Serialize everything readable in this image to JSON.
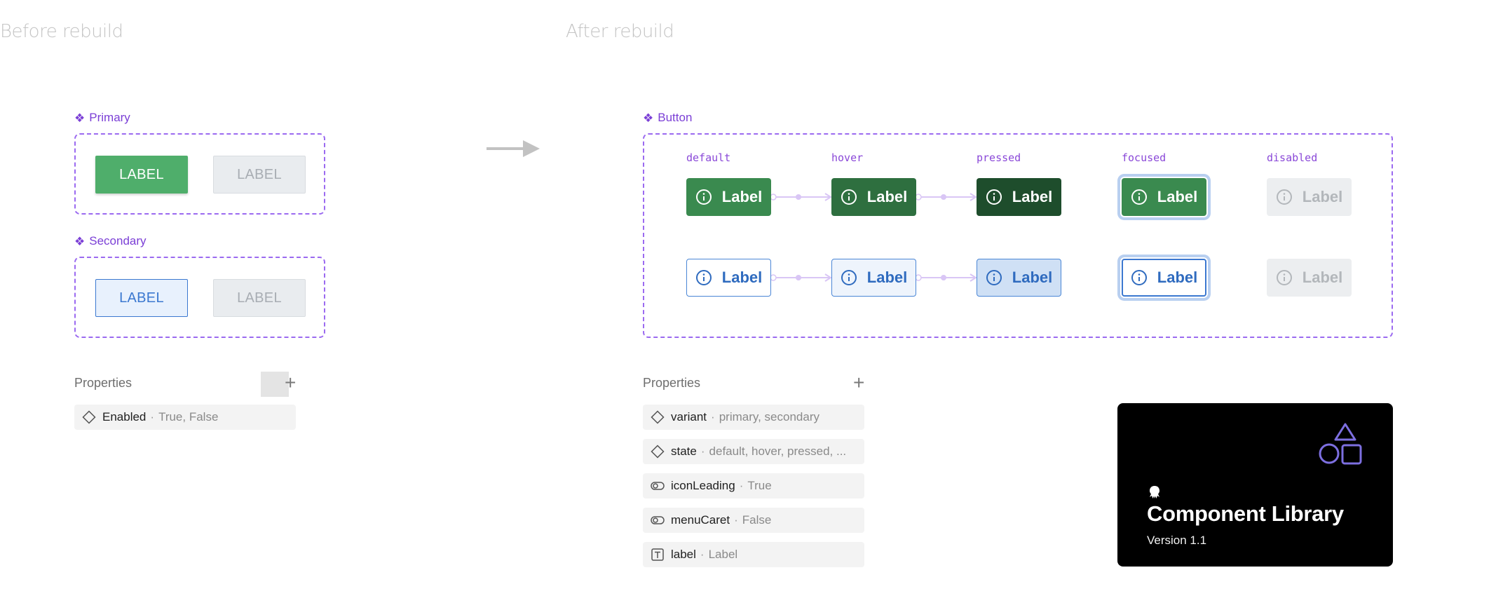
{
  "headings": {
    "before": "Before rebuild",
    "after": "After rebuild"
  },
  "before": {
    "primary": {
      "component_name": "Primary",
      "buttons": [
        {
          "label": "LABEL",
          "state": "enabled"
        },
        {
          "label": "LABEL",
          "state": "disabled"
        }
      ]
    },
    "secondary": {
      "component_name": "Secondary",
      "buttons": [
        {
          "label": "LABEL",
          "state": "enabled"
        },
        {
          "label": "LABEL",
          "state": "disabled"
        }
      ]
    },
    "properties": {
      "title": "Properties",
      "add_icon": "plus-icon",
      "items": [
        {
          "icon": "variant-diamond-icon",
          "name": "Enabled",
          "values": "True, False"
        }
      ]
    }
  },
  "arrow_icon": "arrow-right-icon",
  "after": {
    "component_name": "Button",
    "states": [
      "default",
      "hover",
      "pressed",
      "focused",
      "disabled"
    ],
    "rows": [
      {
        "variant": "primary",
        "labels": [
          "Label",
          "Label",
          "Label",
          "Label",
          "Label"
        ]
      },
      {
        "variant": "secondary",
        "labels": [
          "Label",
          "Label",
          "Label",
          "Label",
          "Label"
        ]
      }
    ],
    "button_icon": "info-circle-icon",
    "properties": {
      "title": "Properties",
      "add_icon": "plus-icon",
      "items": [
        {
          "icon": "variant-diamond-icon",
          "name": "variant",
          "values": "primary, secondary"
        },
        {
          "icon": "variant-diamond-icon",
          "name": "state",
          "values": "default, hover, pressed, ..."
        },
        {
          "icon": "boolean-toggle-icon",
          "name": "iconLeading",
          "values": "True"
        },
        {
          "icon": "boolean-toggle-icon",
          "name": "menuCaret",
          "values": "False"
        },
        {
          "icon": "text-property-icon",
          "name": "label",
          "values": "Label"
        }
      ]
    }
  },
  "cover": {
    "logo_icon": "octopus-logo-icon",
    "shapes_icon": "shapes-icon",
    "title": "Component Library",
    "version": "Version 1.1"
  },
  "colors": {
    "component_purple": "#7b3fd6",
    "dash_border": "#9b6af0",
    "primary_green": "#3a8a4f",
    "secondary_blue": "#2f6bbf",
    "cover_bg": "#000000"
  }
}
